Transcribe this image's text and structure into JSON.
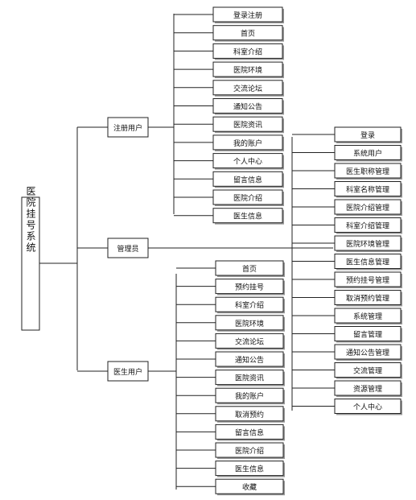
{
  "root": {
    "label": "医院挂号系统"
  },
  "roles": {
    "registered_user": "注册用户",
    "admin": "管理员",
    "doctor_user": "医生用户"
  },
  "registered_user_items": [
    "登录注册",
    "首页",
    "科室介绍",
    "医院环境",
    "交流论坛",
    "通知公告",
    "医院资讯",
    "我的账户",
    "个人中心",
    "留言信息",
    "医院介绍",
    "医生信息"
  ],
  "admin_items": [
    "登录",
    "系统用户",
    "医生职称管理",
    "科室名称管理",
    "医院介绍管理",
    "科室介绍管理",
    "医院环境管理",
    "医生信息管理",
    "预约挂号管理",
    "取消预约管理",
    "系统管理",
    "留言管理",
    "通知公告管理",
    "交流管理",
    "资源管理",
    "个人中心"
  ],
  "doctor_user_items": [
    "首页",
    "预约挂号",
    "科室介绍",
    "医院环境",
    "交流论坛",
    "通知公告",
    "医院资讯",
    "我的账户",
    "取消预约",
    "留言信息",
    "医院介绍",
    "医生信息",
    "收藏"
  ]
}
